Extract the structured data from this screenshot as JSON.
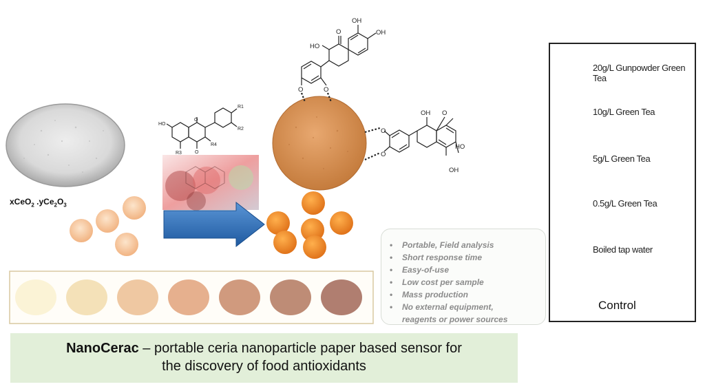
{
  "ceria_label": {
    "prefix": "xCeO",
    "sub1": "2",
    "middle": " .yCe",
    "sub2": "2",
    "mid2": "O",
    "sub3": "3"
  },
  "flavonoid_substituents": {
    "r1": "R1",
    "r2": "R2",
    "r3": "R3",
    "r4": "R4",
    "ho": "HO",
    "o": "O"
  },
  "complex_labels": {
    "oh": "OH",
    "ho": "HO",
    "o": "O"
  },
  "features": [
    "Portable, Field analysis",
    "Short response time",
    "Easy-of-use",
    "Low cost per sample",
    "Mass production",
    "No external equipment,",
    "reagents or power sources"
  ],
  "feature_bullet": "•",
  "legend": {
    "items": [
      {
        "label": "20g/L Gunpowder Green Tea",
        "color": "#b88a72"
      },
      {
        "label": "10g/L Green Tea",
        "color": "#c49a82"
      },
      {
        "label": "5g/L Green Tea",
        "color": "#e2b898"
      },
      {
        "label": "0.5g/L Green Tea",
        "color": "#f7f4e2"
      },
      {
        "label": "Boiled tap water",
        "color": "#ffffff"
      }
    ],
    "control_label": "Control"
  },
  "strip_colors": [
    "#fbf3d6",
    "#f4e1b8",
    "#efc8a2",
    "#e6b08e",
    "#d09a7e",
    "#be8c76",
    "#b07e70"
  ],
  "caption": {
    "bold": "NanoCerac",
    "line1_rest": " – portable ceria nanoparticle paper based sensor for",
    "line2": "the discovery of food antioxidants"
  },
  "colors": {
    "arrow": "#2f6fb5",
    "orange_disk": "#ef8c26",
    "orange_disk_pale": "#f2a86a",
    "ceria_particle": "#d99a5c",
    "caption_bg": "#e2efd9"
  }
}
